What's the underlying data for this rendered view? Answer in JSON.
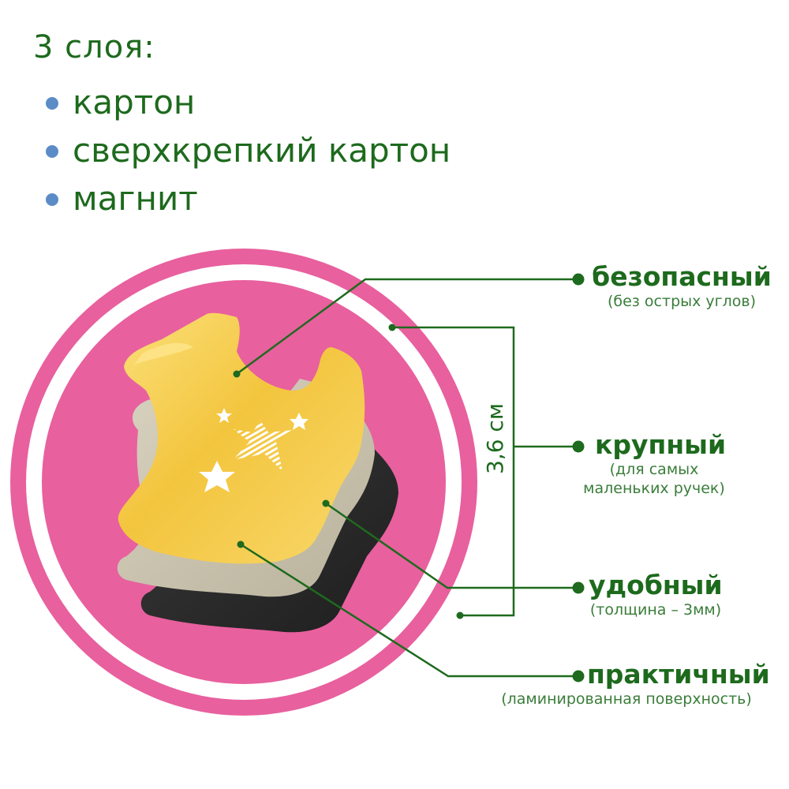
{
  "heading": "3 слоя:",
  "layers": [
    {
      "label": "картон"
    },
    {
      "label": "сверхкрепкий картон"
    },
    {
      "label": "магнит"
    }
  ],
  "dimension": {
    "label": "3,6 см"
  },
  "callouts": [
    {
      "title": "безопасный",
      "sub": [
        "(без острых углов)"
      ]
    },
    {
      "title": "крупный",
      "sub": [
        "(для самых",
        "маленьких ручек)"
      ]
    },
    {
      "title": "удобный",
      "sub": [
        "(толщина – 3мм)"
      ]
    },
    {
      "title": "практичный",
      "sub": [
        "(ламинированная поверхность)"
      ]
    }
  ],
  "illustration": {
    "subject": "t-shirt-magnet-layers",
    "layer_colors": {
      "top": "#F7D35C",
      "middle": "#CBC5B2",
      "bottom": "#2C2C2C"
    },
    "decorations": [
      "star",
      "star",
      "striped-star",
      "star"
    ]
  },
  "colors": {
    "text_green": "#1D6A1D",
    "sub_green": "#3A7D3A",
    "bullet_blue": "#5B8CC8",
    "circle_pink": "#E8609E",
    "ring_white": "#FFFFFF",
    "line_green": "#1E6A1E"
  }
}
